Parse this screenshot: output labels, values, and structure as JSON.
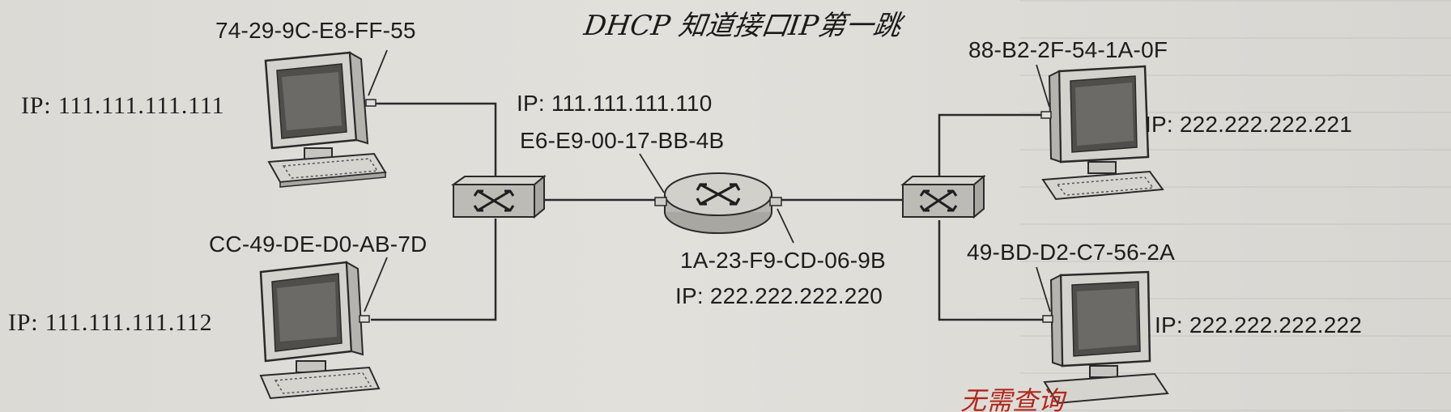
{
  "handwritten_note": "DHCP 知道接口IP第一跳",
  "handwritten_note_bottom": "无需查询",
  "hosts": {
    "top_left": {
      "mac": "74-29-9C-E8-FF-55",
      "ip": "IP:  111.111.111.111"
    },
    "bottom_left": {
      "mac": "CC-49-DE-D0-AB-7D",
      "ip": "IP:  111.111.111.112"
    },
    "top_right": {
      "mac": "88-B2-2F-54-1A-0F",
      "ip": "IP:  222.222.222.221"
    },
    "bottom_right": {
      "mac": "49-BD-D2-C7-56-2A",
      "ip": "IP:  222.222.222.222"
    }
  },
  "router": {
    "left_interface": {
      "ip": "IP:  111.111.111.110",
      "mac": "E6-E9-00-17-BB-4B"
    },
    "right_interface": {
      "mac": "1A-23-F9-CD-06-9B",
      "ip": "IP:  222.222.222.220"
    }
  },
  "colors": {
    "line": "#2a2a2a",
    "device_fill": "#cfcdc8",
    "screen": "#4a4a48",
    "handwriting_red": "#b0281c"
  }
}
